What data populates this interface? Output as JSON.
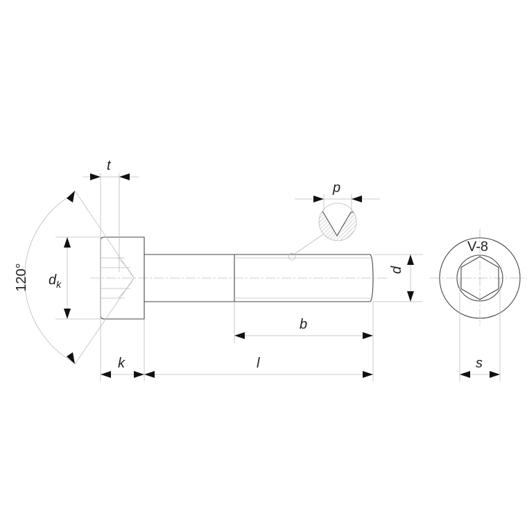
{
  "labels": {
    "t": "t",
    "p": "p",
    "d": "d",
    "dk_main": "d",
    "dk_sub": "k",
    "angle": "120°",
    "b": "b",
    "k": "k",
    "l": "l",
    "s": "s",
    "drive": "V-8"
  },
  "colors": {
    "line": "#444444",
    "dimension": "#bbbbbb",
    "arrow": "#111111"
  }
}
